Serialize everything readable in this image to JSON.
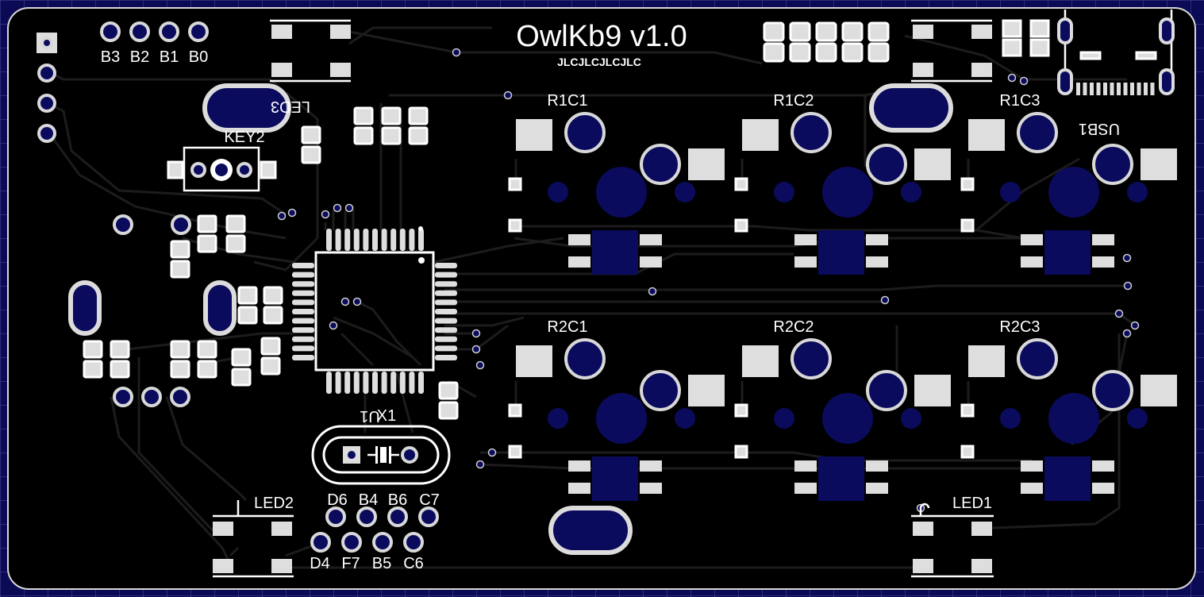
{
  "board": {
    "title": "OwlKb9  v1.0",
    "order_marker": "JLCJLCJLCJLC",
    "colors": {
      "background": "#0a0a55",
      "board": "#000000",
      "copper": "#1c1c1c",
      "pad": "#dedede",
      "silkscreen": "#ffffff",
      "hole": "#0b0b5e"
    }
  },
  "labels": {
    "header_pins": [
      "B3",
      "B2",
      "B1",
      "B0"
    ],
    "led3": "LED3",
    "key2": "KEY2",
    "usb": "USB1",
    "u1": "U1",
    "x1": "X1",
    "led1": "LED1",
    "led2": "LED2",
    "bottom_row_top": [
      "D6",
      "B4",
      "B6",
      "C7"
    ],
    "bottom_row_bottom": [
      "D4",
      "F7",
      "B5",
      "C6"
    ]
  },
  "switches": [
    {
      "label": "R1C1"
    },
    {
      "label": "R1C2"
    },
    {
      "label": "R1C3"
    },
    {
      "label": "R2C1"
    },
    {
      "label": "R2C2"
    },
    {
      "label": "R2C3"
    }
  ]
}
